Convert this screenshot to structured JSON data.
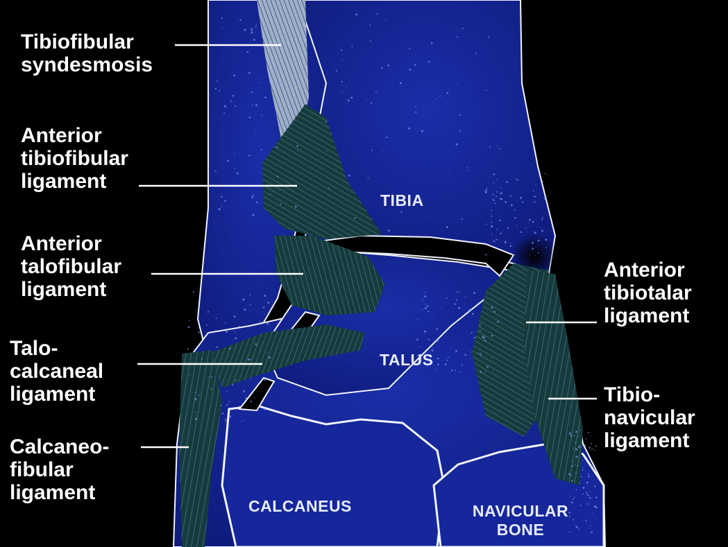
{
  "colors": {
    "background": "#000000",
    "bone": "#14259a",
    "ligament": "#163a3d",
    "outline": "#f2f4ff",
    "text": "#ffffff"
  },
  "labels": {
    "tibiofibular_syndesmosis": [
      "Tibiofibular",
      "syndesmosis"
    ],
    "anterior_tibiofibular_ligament": [
      "Anterior",
      "tibiofibular",
      "ligament"
    ],
    "anterior_talofibular_ligament": [
      "Anterior",
      "talofibular",
      "ligament"
    ],
    "talocalcaneal_ligament": [
      "Talo-",
      "calcaneal",
      "ligament"
    ],
    "calcaneofibular_ligament": [
      "Calcaneo-",
      "fibular",
      "ligament"
    ],
    "anterior_tibiotalar_ligament": [
      "Anterior",
      "tibiotalar",
      "ligament"
    ],
    "tibionavicular_ligament": [
      "Tibio-",
      "navicular",
      "ligament"
    ]
  },
  "bones": {
    "tibia": "TIBIA",
    "talus": "TALUS",
    "calcaneus": "CALCANEUS",
    "navicular": [
      "NAVICULAR",
      "BONE"
    ]
  }
}
